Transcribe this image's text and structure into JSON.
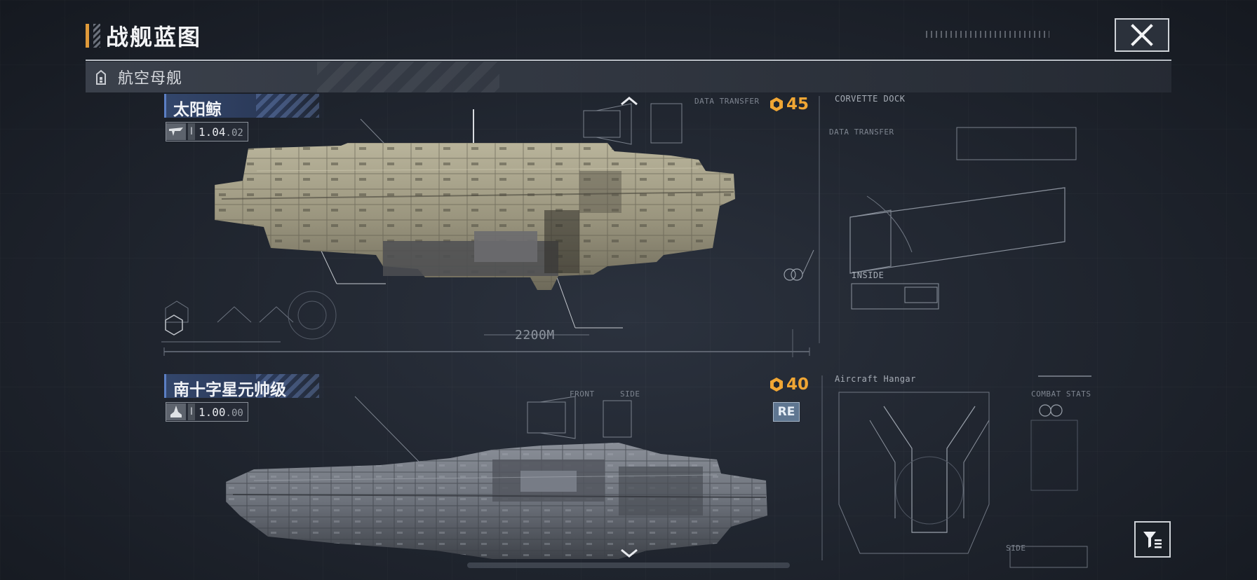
{
  "header": {
    "title": "战舰蓝图",
    "close_icon": "close-icon"
  },
  "category": {
    "label": "航空母舰",
    "icon": "carrier-icon"
  },
  "ships": [
    {
      "name": "太阳鲸",
      "version_main": "1.04",
      "version_sub": "02",
      "version_sep": "I",
      "cost": "45",
      "cost_icon": "blueprint-cost-icon",
      "scale_label": "2200M",
      "hull_color": "#9b967f",
      "deco": {
        "data_transfer": "DATA TRANSFER",
        "corvette_dock": "CORVETTE DOCK",
        "inside": "INSIDE",
        "data_transfer_2": "DATA TRANSFER"
      }
    },
    {
      "name": "南十字星元帅级",
      "version_main": "1.00",
      "version_sub": "00",
      "version_sep": "I",
      "cost": "40",
      "cost_icon": "blueprint-cost-icon",
      "badge": "RE",
      "hull_color": "#6d727b",
      "deco": {
        "front": "FRONT",
        "side": "SIDE",
        "aircraft_hangar": "Aircraft Hangar",
        "combat_stats": "COMBAT STATS",
        "side_2": "SIDE"
      }
    }
  ],
  "controls": {
    "scroll_up_icon": "chevron-up-icon",
    "scroll_down_icon": "chevron-down-icon",
    "filter_icon": "filter-sort-icon"
  }
}
